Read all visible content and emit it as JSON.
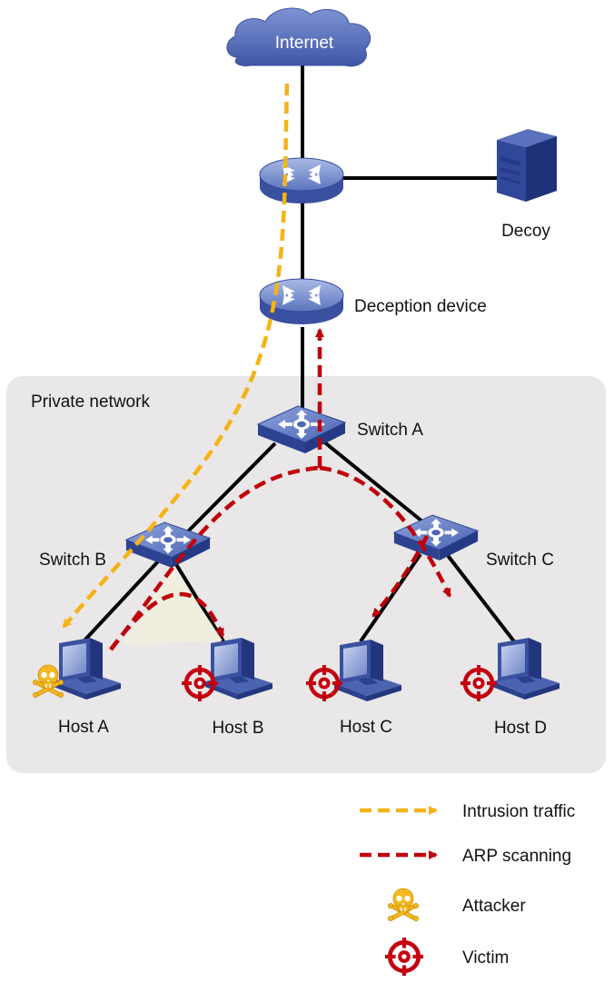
{
  "nodes": {
    "internet": "Internet",
    "decoy": "Decoy",
    "deception_device": "Deception device",
    "private_network": "Private network",
    "switch_a": "Switch A",
    "switch_b": "Switch B",
    "switch_c": "Switch C",
    "host_a": "Host A",
    "host_b": "Host B",
    "host_c": "Host C",
    "host_d": "Host D"
  },
  "legend": {
    "intrusion": "Intrusion traffic",
    "arp": "ARP scanning",
    "attacker": "Attacker",
    "victim": "Victim"
  },
  "colors": {
    "intrusion": "#f5b316",
    "arp": "#c0000b",
    "device": "#3f5aa6",
    "region": "#e9e7e7"
  },
  "icons": [
    "cloud-icon",
    "router-icon",
    "server-icon",
    "switch-icon",
    "computer-icon",
    "skull-icon",
    "target-icon"
  ]
}
